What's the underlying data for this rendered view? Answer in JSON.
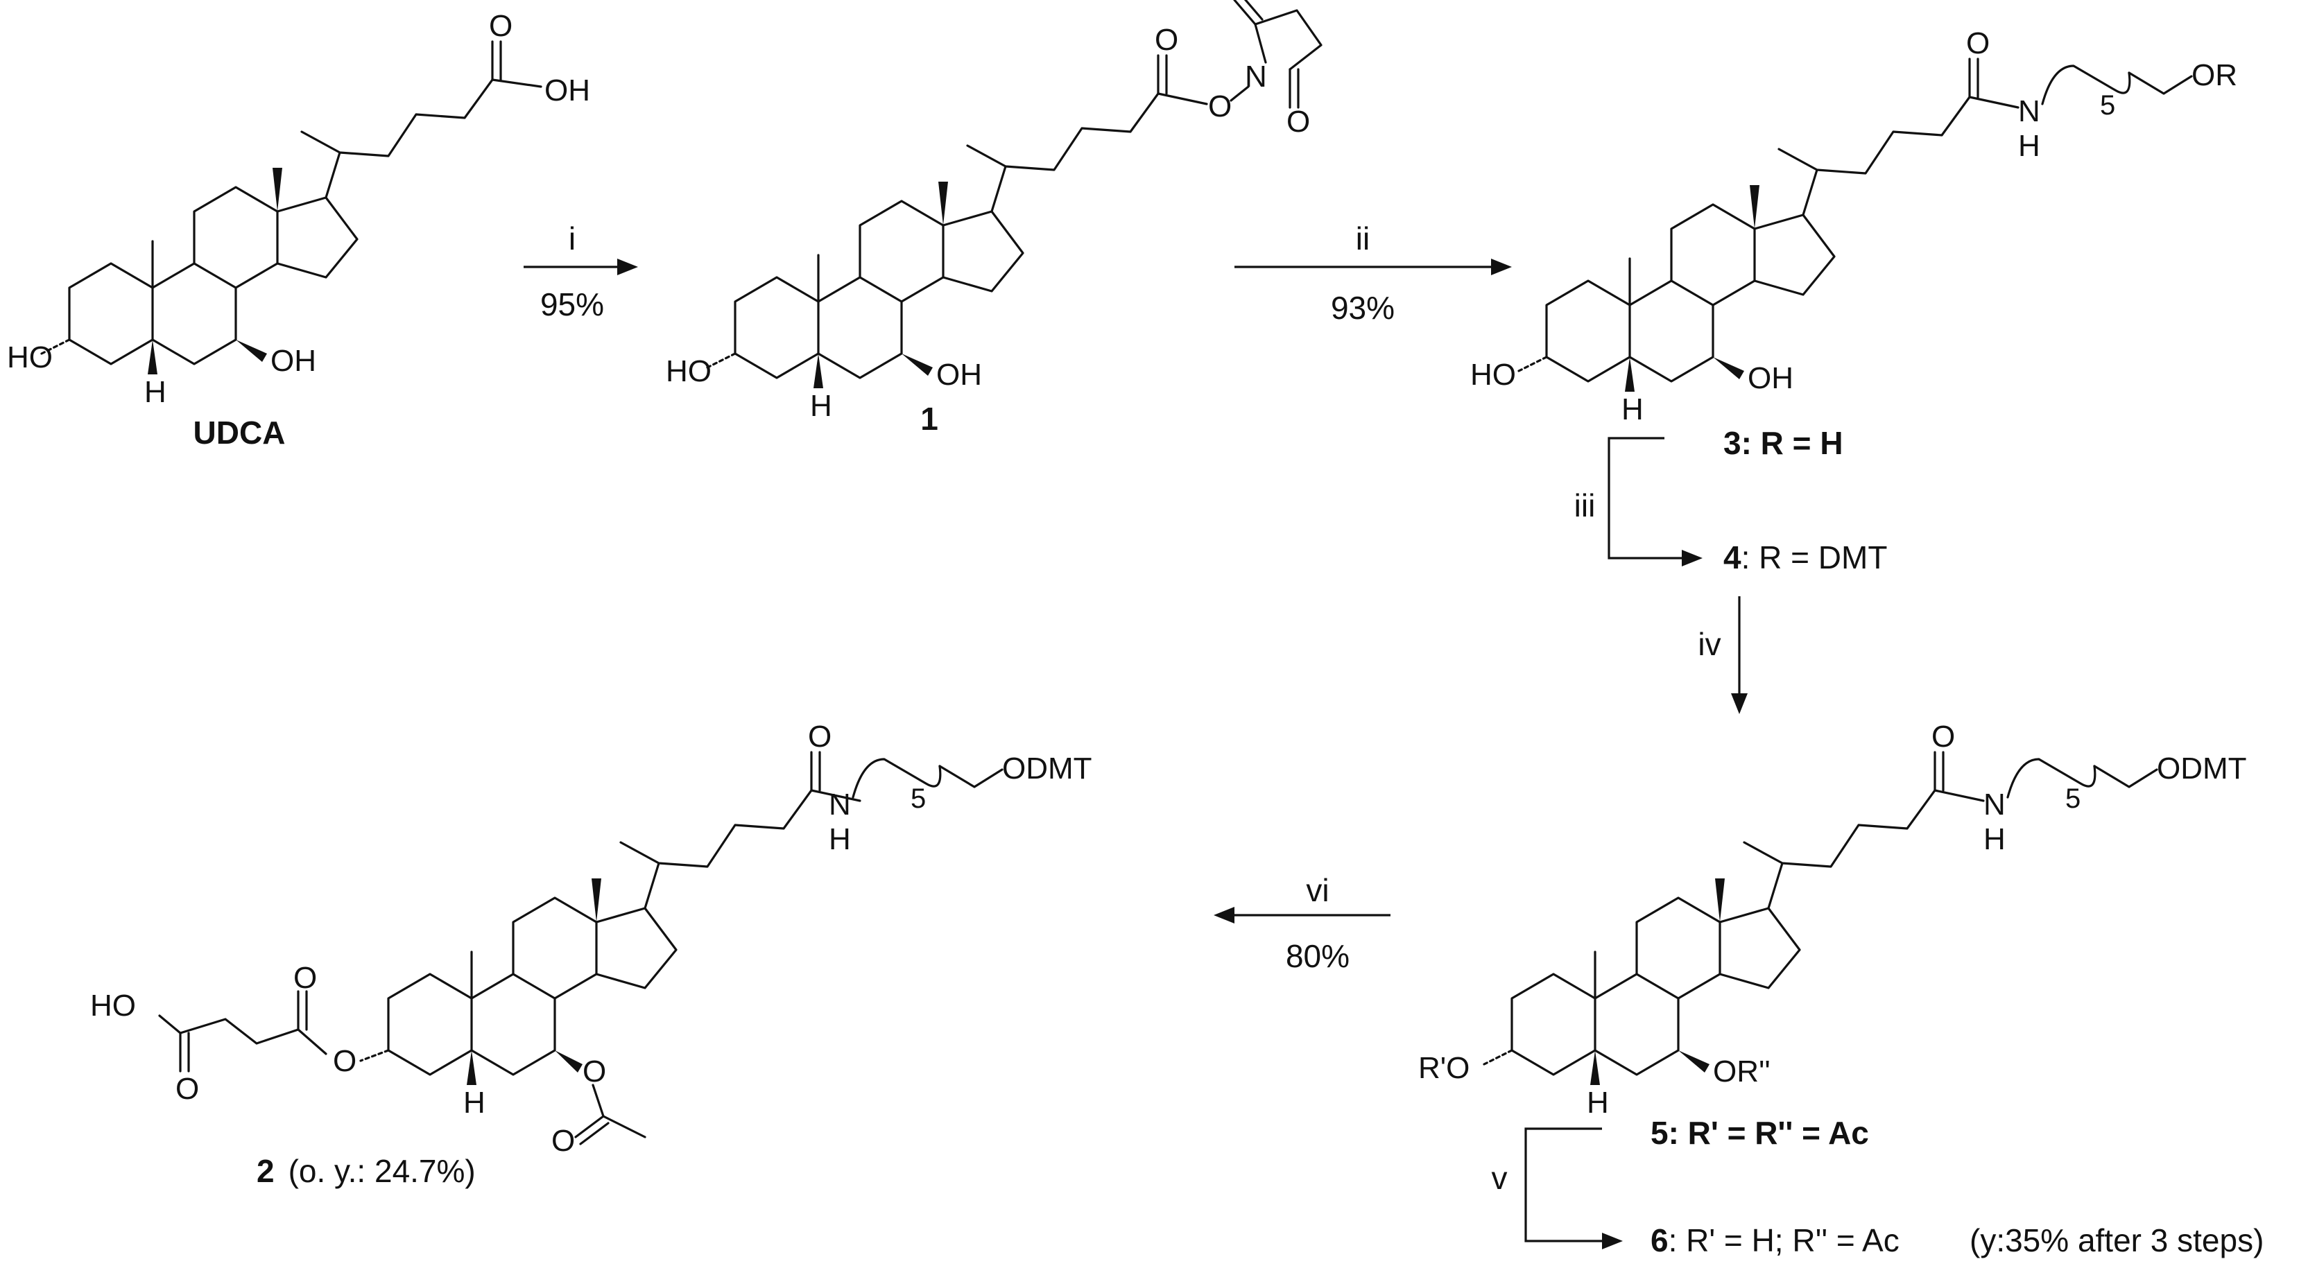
{
  "reagents": [
    "i",
    "ii",
    "iii",
    "iv",
    "v",
    "vi"
  ],
  "yields": {
    "i": "95%",
    "ii": "93%",
    "vi": "80%"
  },
  "compounds": {
    "udca": "UDCA",
    "c1": "1",
    "c3": "3: R = H",
    "c4_num": "4",
    "c4_rest": ": R = DMT",
    "c5": "5: R' = R'' =  Ac",
    "c6_num": "6",
    "c6_rest": ": R' = H; R'' = Ac",
    "c6_yield": "(y:35% after 3 steps)",
    "c2_num": "2",
    "c2_yield": "(o. y.: 24.7%)"
  },
  "atoms": {
    "HO": "HO",
    "OH": "OH",
    "H": "H",
    "O": "O",
    "N": "N",
    "OR": "OR",
    "ODMT": "ODMT",
    "five": "5",
    "R1O": "R'O",
    "OR2": "OR''"
  }
}
